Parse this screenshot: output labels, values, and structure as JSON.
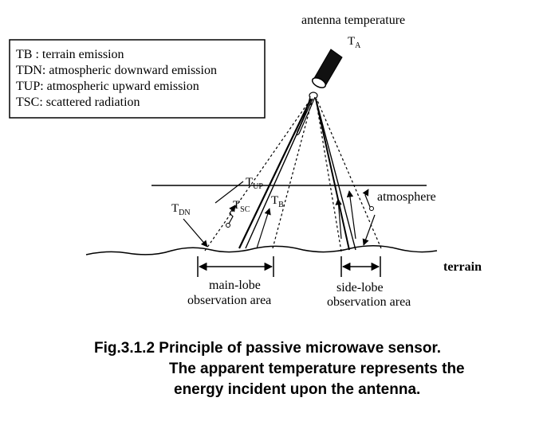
{
  "legend": {
    "items": [
      {
        "symbol": "TB",
        "symbol_small": "B",
        "text": " : terrain emission"
      },
      {
        "symbol": "TDN",
        "symbol_small": "DN",
        "text": ": atmospheric downward emission"
      },
      {
        "symbol": "TUP",
        "symbol_small": "UP",
        "text": ": atmospheric upward emission"
      },
      {
        "symbol": "TSC",
        "symbol_small": "SC",
        "text": ": scattered radiation"
      }
    ]
  },
  "labels": {
    "antenna_temperature": "antenna temperature",
    "ta_main": "T",
    "ta_sub": "A",
    "atmosphere": "atmosphere",
    "terrain": "terrain",
    "tup_main": "T",
    "tup_sub": "UP",
    "tsc_main": "T",
    "tsc_sub": "SC",
    "tb_main": "T",
    "tb_sub": "B",
    "tdn_main": "T",
    "tdn_sub": "DN",
    "main_lobe_line1": "main-lobe",
    "main_lobe_line2": "observation area",
    "side_lobe_line1": "side-lobe",
    "side_lobe_line2": "observation area"
  },
  "caption": {
    "line1": "Fig.3.1.2  Principle of passive microwave sensor.",
    "line2": "The apparent temperature represents the",
    "line3": "energy incident upon the antenna."
  }
}
